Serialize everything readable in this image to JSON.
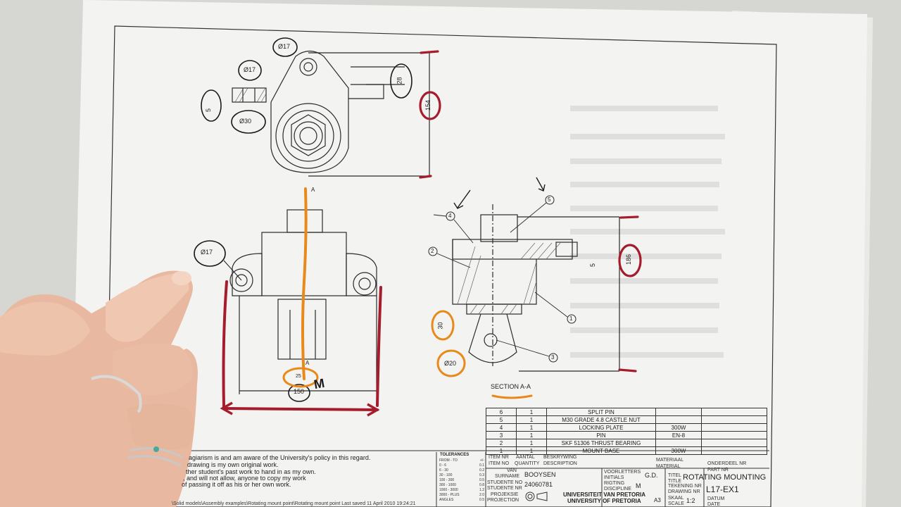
{
  "drawing": {
    "dims": {
      "d17_top": "Ø17",
      "d17_small": "Ø17",
      "d30": "Ø30",
      "five_left": "5",
      "twenty_eight": "28",
      "one_five_four": "154",
      "d17_front": "Ø17",
      "one_fifty": "150",
      "twenty_five": "25",
      "one_eighty_six": "186",
      "five_right": "5",
      "thirty": "30",
      "d20": "Ø20",
      "m_mark": "M",
      "a_top": "A",
      "a_bottom": "A"
    },
    "balloons": [
      "1",
      "2",
      "3",
      "4",
      "5"
    ],
    "section_label": "SECTION A-A"
  },
  "bom": {
    "rows": [
      {
        "item": "6",
        "qty": "1",
        "desc": "SPLIT PIN",
        "mat": ""
      },
      {
        "item": "5",
        "qty": "1",
        "desc": "M30 GRADE 4.8 CASTLE NUT",
        "mat": ""
      },
      {
        "item": "4",
        "qty": "1",
        "desc": "LOCKING PLATE",
        "mat": "300W"
      },
      {
        "item": "3",
        "qty": "1",
        "desc": "PIN",
        "mat": "EN-8"
      },
      {
        "item": "2",
        "qty": "1",
        "desc": "SKF 51306 THRUST BEARING",
        "mat": ""
      },
      {
        "item": "1",
        "qty": "1",
        "desc": "MOUNT BASE",
        "mat": "300W"
      }
    ],
    "header": {
      "item_nr": "ITEM NR",
      "item_no": "ITEM NO",
      "aantal": "AANTAL",
      "quantity": "QUANTITY",
      "beskrywing": "BESKRYWING",
      "description": "DESCRIPTION",
      "materiaal": "MATERIAAL",
      "material": "MATERIAL",
      "onderdeel_nr": "ONDERDEEL NR",
      "part_nr": "PART NR"
    }
  },
  "title_block": {
    "van": "VAN",
    "surname": "SURNAME",
    "surname_value": "BOOYSEN",
    "studente_no": "STUDENTE NO",
    "studente_nr": "STUDENTE NR",
    "student_value": "24060781",
    "projeksie": "PROJEKSIE",
    "projection": "PROJECTION",
    "voorletters": "VOORLETTERS",
    "initials": "INITIALS",
    "initials_value": "G.D.",
    "rigting": "RIGTING",
    "discipline_af": "DISCIPLINE",
    "discipline_value": "M",
    "university_af": "UNIVERSITEIT VAN PRETORIA",
    "university_en": "UNIVERSITY OF PRETORIA",
    "titel": "TITEL",
    "title": "TITLE",
    "title_value": "ROTATING MOUNTING",
    "tekening_nr": "TEKENING NR",
    "drawing_nr": "DRAWING NR",
    "drawing_value": "L17-EX1",
    "a3": "A3",
    "skaal": "SKAAL",
    "scale": "SCALE",
    "scale_value": "1:2",
    "datum": "DATUM",
    "date": "DATE"
  },
  "tolerances": {
    "heading": "TOLERANCES",
    "rows": [
      [
        "FROM - TO",
        "+/-"
      ],
      [
        "0 - 6",
        "0.1"
      ],
      [
        "6 - 30",
        "0.2"
      ],
      [
        "30 - 100",
        "0.3"
      ],
      [
        "100 - 300",
        "0.5"
      ],
      [
        "300 - 1000",
        "0.8"
      ],
      [
        "1000 - 3000",
        "1.2"
      ],
      [
        "3000 - PLUS",
        "2.0"
      ],
      [
        "ANGLES",
        "0.5"
      ]
    ]
  },
  "statement": {
    "line1": "agiarism is and am aware of the University's policy in this regard.",
    "line2": "drawing is my own original work.",
    "line3": "ther student's past work to hand in as my own.",
    "line4": ", and will not allow, anyone to copy my work",
    "line5": "of passing it off as his or her own work."
  },
  "file_path": "\\Solid models\\Assembly examples\\Rotating mount point\\Rotating mount point  Last saved 11 April 2010 19:24:21"
}
